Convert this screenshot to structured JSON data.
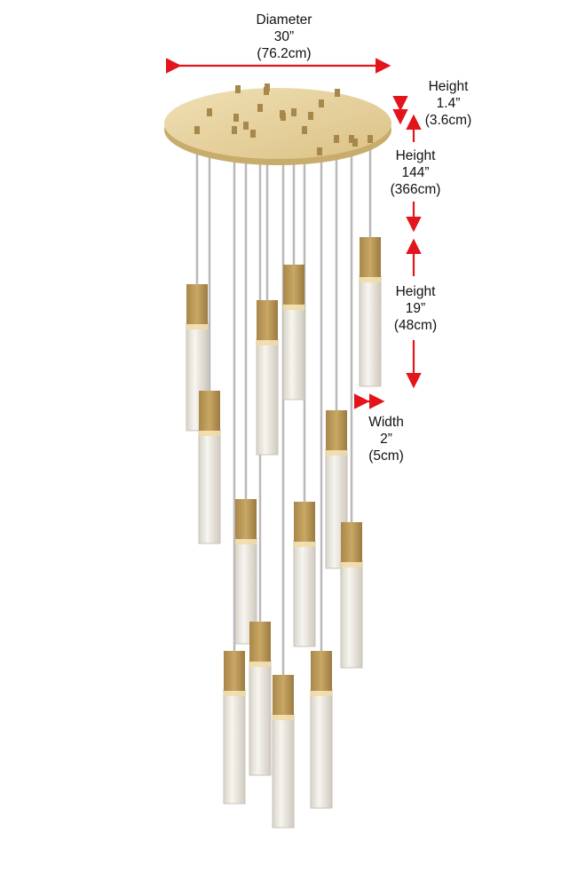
{
  "dimensions": {
    "diameter": {
      "title": "Diameter",
      "inches": "30”",
      "cm": "(76.2cm)"
    },
    "canopy_height": {
      "title": "Height",
      "inches": "1.4”",
      "cm": "(3.6cm)"
    },
    "overall_height": {
      "title": "Height",
      "inches": "144”",
      "cm": "(366cm)"
    },
    "pendant_height": {
      "title": "Height",
      "inches": "19”",
      "cm": "(48cm)"
    },
    "pendant_width": {
      "title": "Width",
      "inches": "2”",
      "cm": "(5cm)"
    }
  },
  "colors": {
    "arrow": "#e3141b",
    "brass": "#c9a865",
    "canopy": "#e6d19c",
    "glass": "#ece9e2"
  }
}
